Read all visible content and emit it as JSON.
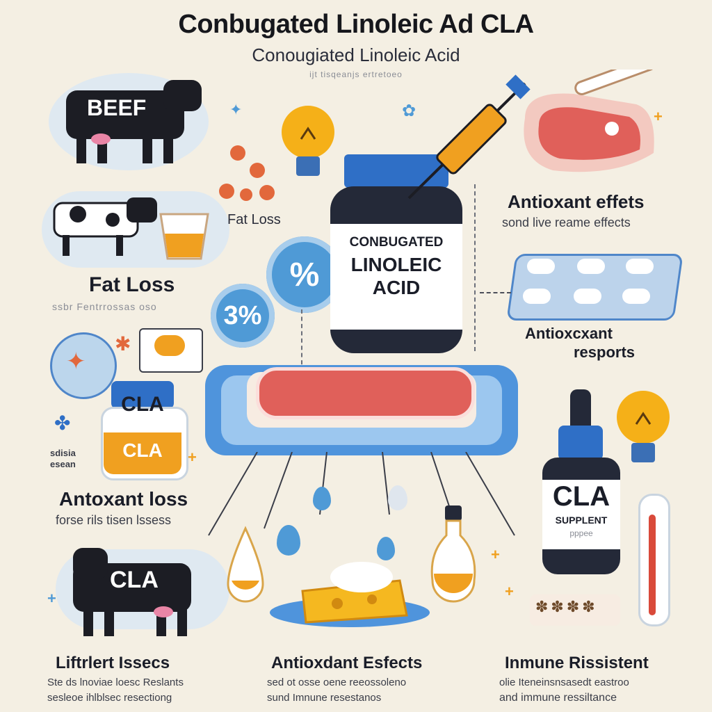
{
  "header": {
    "title": "Conbugated Linoleic Ad CLA",
    "subtitle": "Conougiated Linoleic Acid",
    "faint_caption": "ijt tisqeanjs ertretoeo"
  },
  "left_top": {
    "cow_badge": "BEEF",
    "fat_loss_title": "Fat Loss",
    "fat_loss_caption": "ssbr Fentrrossas oso"
  },
  "center_left": {
    "fat_loss_label": "Fat Loss",
    "pct_a": "%",
    "pct_b": "3%"
  },
  "center_jar": {
    "line1": "CONBUGATED",
    "line2": "LINOLEIC",
    "line3": "ACID"
  },
  "right_top": {
    "antioxidant_title": "Antioxant effets",
    "antioxidant_caption": "sond live reame effects",
    "responses_title_1": "Antioxcxant",
    "responses_title_2": "resports"
  },
  "left_mid": {
    "jar_label_top": "CLA",
    "jar_label_bottom": "CLA",
    "side_caption_1": "sdisia",
    "side_caption_2": "esean",
    "antioxant_title": "Antoxant loss",
    "antioxant_caption": "forse rils tisen lssess"
  },
  "right_mid": {
    "bottle_label_main": "CLA",
    "bottle_label_sub": "SUPPLENT",
    "bottle_label_faint": "pppee"
  },
  "bottom": {
    "cow_badge": "CLA",
    "col1_title": "Liftrlert Issecs",
    "col1_line1": "Ste ds lnoviae loesc Reslants",
    "col1_line2": "sesleoe ihlblsec resectiong",
    "col2_title": "Antioxdant Esfects",
    "col2_line1": "sed ot osse oene reeossoleno",
    "col2_line2": "sund Imnune resestanos",
    "col3_title": "Inmune Rissistent",
    "col3_line1": "olie Iteneinsnsasedt eastroo",
    "col3_line2": "and immune ressiltance"
  },
  "colors": {
    "accent_blue": "#4f9ad6",
    "meat_red": "#e0605a",
    "amber": "#f0a020",
    "dark": "#242938"
  }
}
